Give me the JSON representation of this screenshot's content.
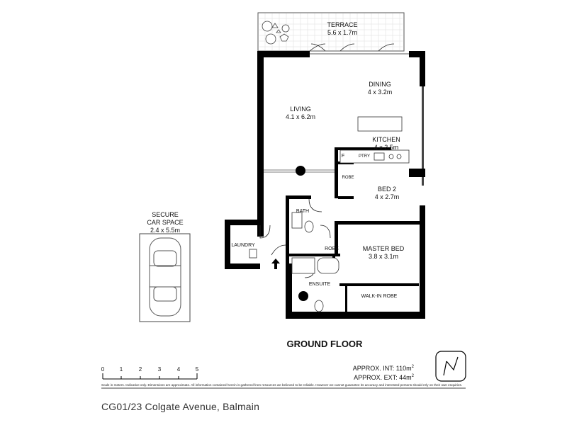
{
  "rooms": {
    "terrace": {
      "name": "TERRACE",
      "size": "5.6 x 1.7m"
    },
    "dining": {
      "name": "DINING",
      "size": "4 x 3.2m"
    },
    "living": {
      "name": "LIVING",
      "size": "4.1 x 6.2m"
    },
    "kitchen": {
      "name": "KITCHEN",
      "size": "4 x 2.5m"
    },
    "bed2": {
      "name": "BED 2",
      "size": "4 x 2.7m"
    },
    "master": {
      "name": "MASTER BED",
      "size": "3.8 x 3.1m"
    },
    "car": {
      "line1": "SECURE",
      "line2": "CAR SPACE",
      "size": "2.4 x 5.5m"
    },
    "laundry": "LAUNDRY",
    "bath": "BATH",
    "robe": "ROBE",
    "robe_vertical": "ROBE",
    "ensuite": "ENSUITE",
    "walkin": "WALK-IN ROBE",
    "fridge": "F",
    "pantry": "PTRY"
  },
  "plan_title": "GROUND FLOOR",
  "areas": {
    "int_label": "APPROX. INT:",
    "int_value": "110m",
    "ext_label": "APPROX. EXT:",
    "ext_value": "44m",
    "unit_sup": "2"
  },
  "scale": {
    "ticks": [
      "0",
      "1",
      "2",
      "3",
      "4",
      "5"
    ]
  },
  "disclaimer": "Scale in meters. Indicative only. Dimensions are approximate. All information contained herein is gathered from resources we believed to be reliable. However we cannot guarantee its accuracy and interested persons should rely on their own enquiries.",
  "address": "CG01/23 Colgate Avenue, Balmain"
}
